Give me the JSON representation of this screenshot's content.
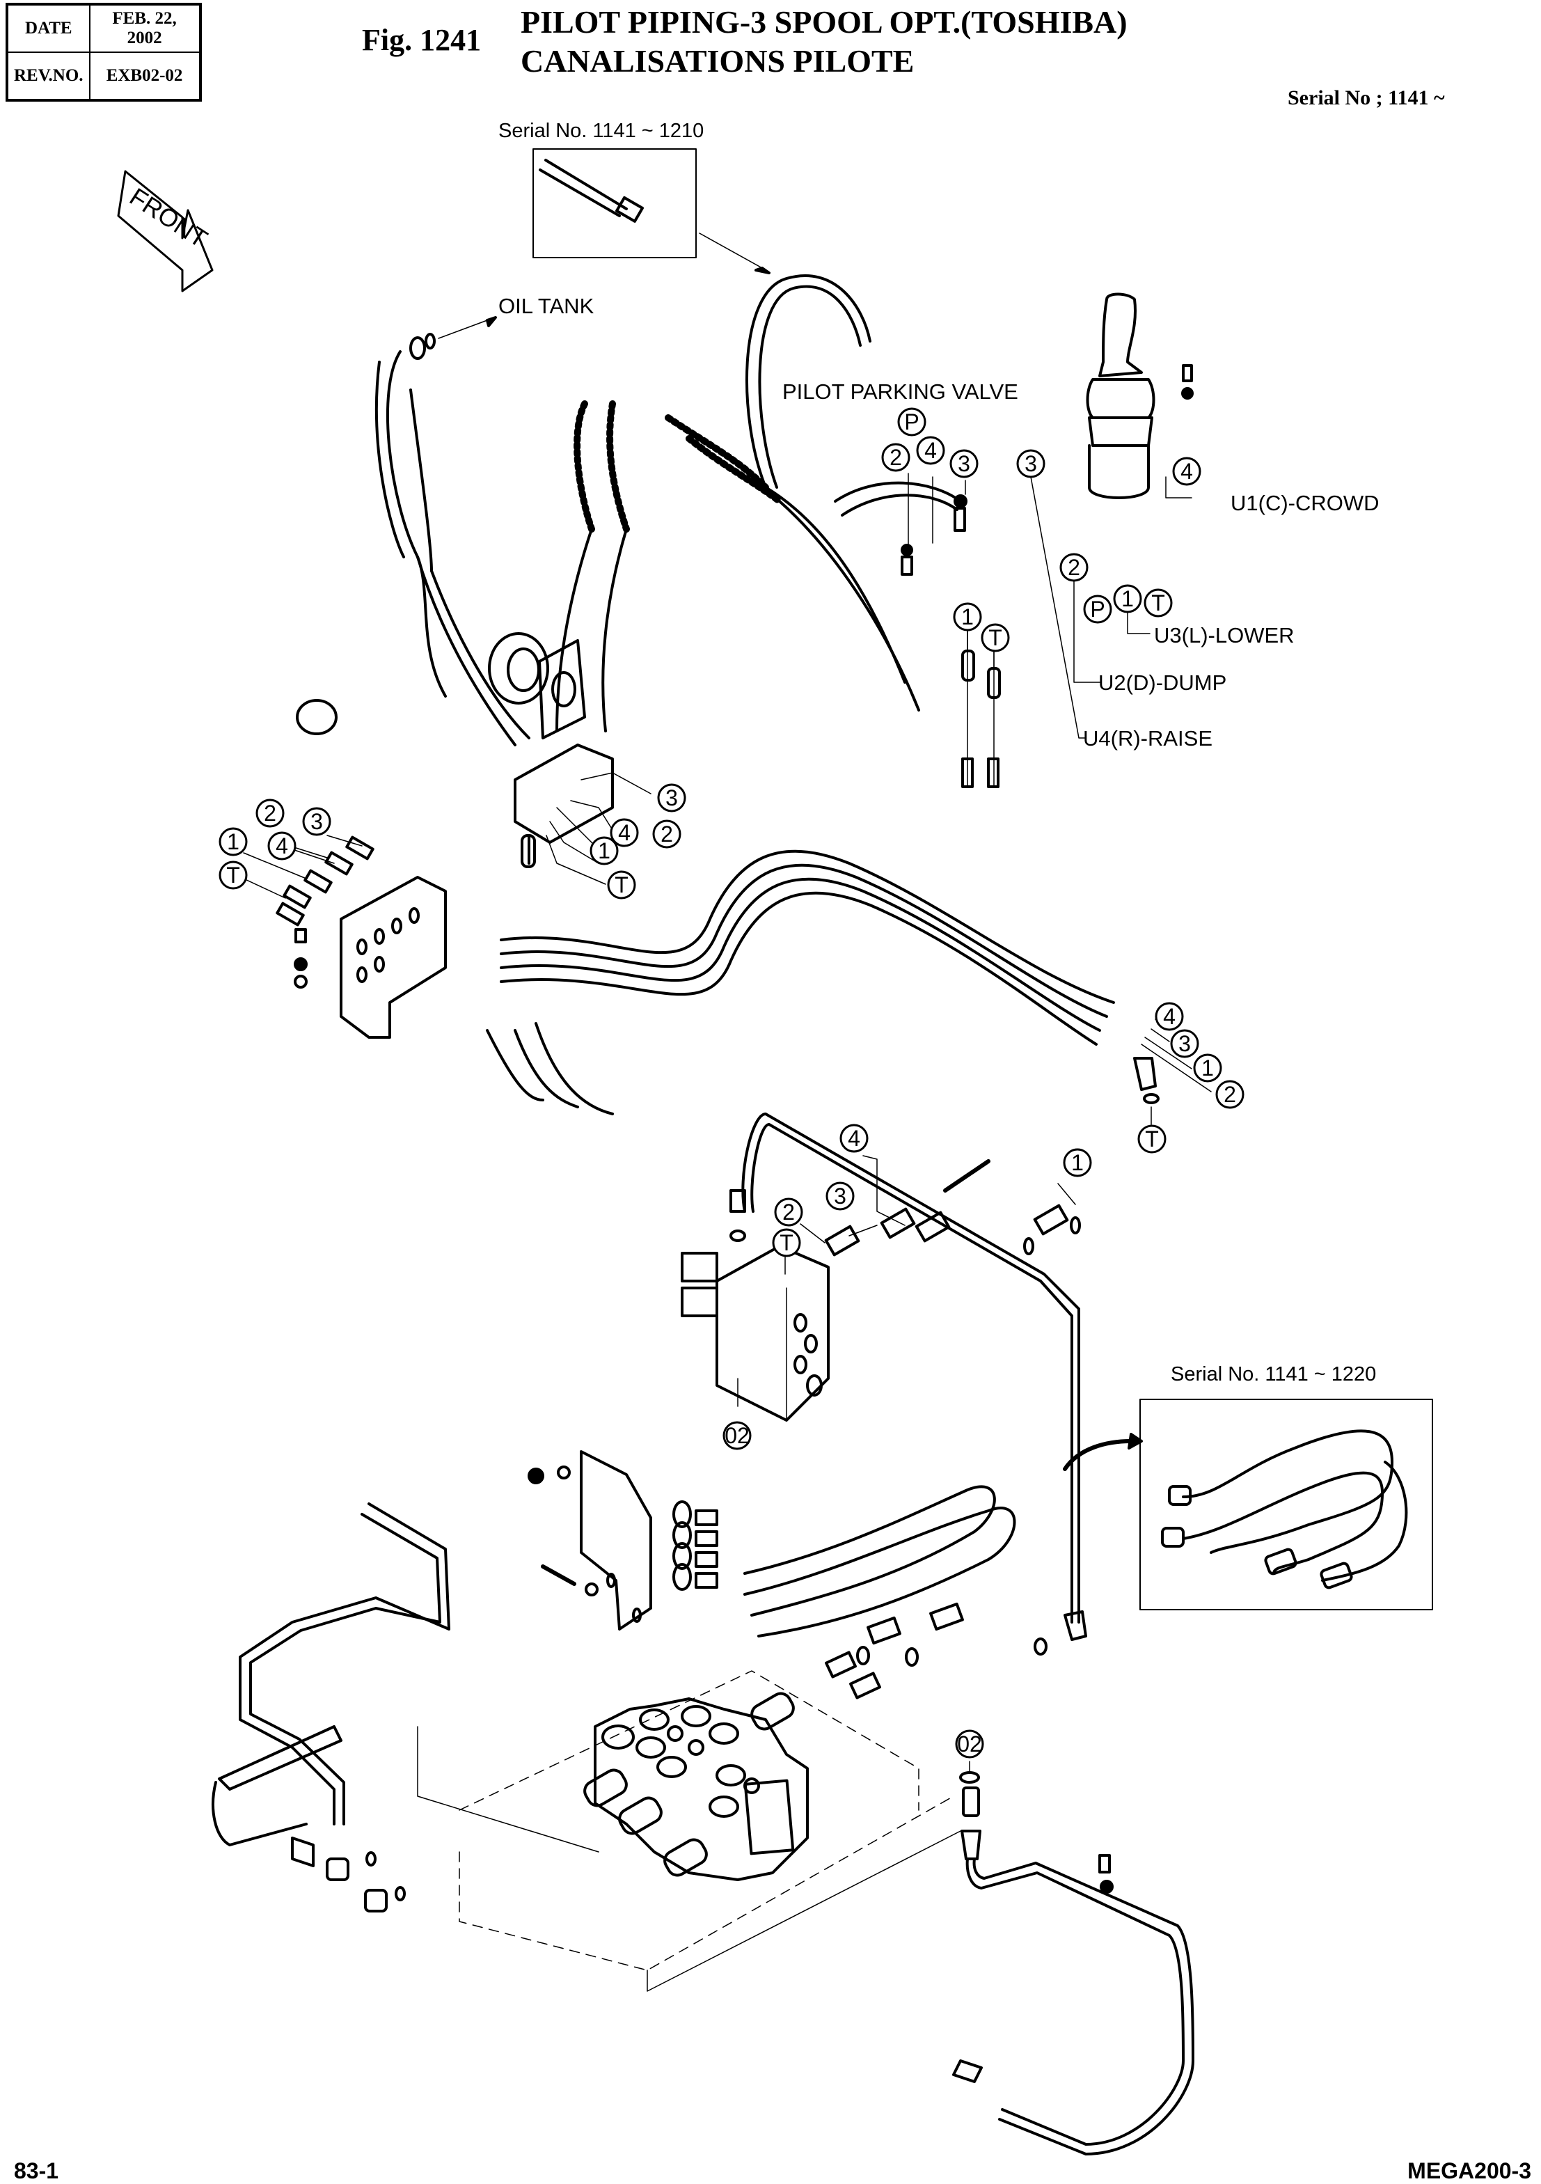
{
  "header": {
    "date_label": "DATE",
    "date_value": "FEB. 22, 2002",
    "rev_label": "REV.NO.",
    "rev_value": "EXB02-02",
    "figure_number": "Fig. 1241",
    "title_en": "PILOT PIPING-3 SPOOL OPT.(TOSHIBA)",
    "title_fr": "CANALISATIONS PILOTE",
    "serial_applicability": "Serial No ; 1141 ~"
  },
  "labels": {
    "front_arrow": "FRONT",
    "oil_tank": "OIL TANK",
    "pilot_parking_valve": "PILOT PARKING VALVE",
    "inset_top_serial": "Serial No. 1141 ~ 1210",
    "inset_right_serial": "Serial No. 1141 ~ 1220",
    "u1": "U1(C)-CROWD",
    "u2": "U2(D)-DUMP",
    "u3": "U3(L)-LOWER",
    "u4": "U4(R)-RAISE"
  },
  "callouts": {
    "parking_valve": [
      "P",
      "2",
      "4",
      "3"
    ],
    "joystick": [
      "3",
      "4",
      "2",
      "P",
      "1",
      "T"
    ],
    "parking_right": [
      "1",
      "T"
    ],
    "manifold_block": [
      "3",
      "4",
      "2",
      "1",
      "T"
    ],
    "bracket_fittings": [
      "2",
      "3",
      "1",
      "4",
      "T"
    ],
    "hose_ends": [
      "4",
      "3",
      "1",
      "2",
      "T"
    ],
    "valve_block": [
      "4",
      "1",
      "2",
      "3",
      "T",
      "02"
    ],
    "lower_fitting": [
      "02"
    ]
  },
  "footer": {
    "page": "83-1",
    "model": "MEGA200-3"
  }
}
